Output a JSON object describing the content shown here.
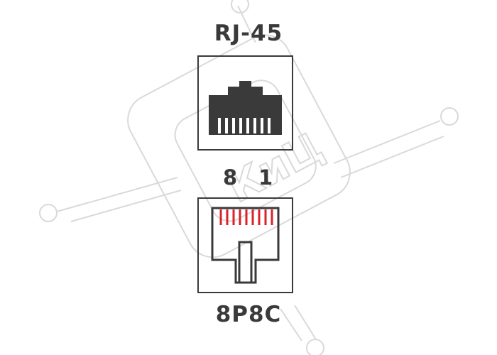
{
  "top_label": "RJ-45",
  "bottom_label": "8P8C",
  "pin_labels": {
    "left": "8",
    "right": "1"
  },
  "watermark_text": "КиЦ",
  "colors": {
    "ink": "#3a3a3a",
    "contacts": "#d8232a",
    "watermark": "#d9d9d9",
    "background": "#ffffff"
  },
  "icons": {
    "top": "rj45-jack-front-icon",
    "bottom": "8p8c-plug-contacts-icon"
  }
}
